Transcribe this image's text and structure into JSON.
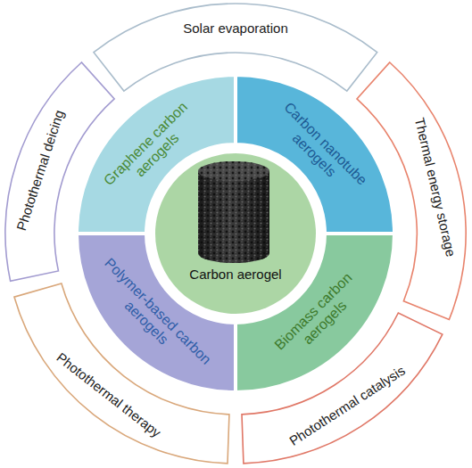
{
  "diagram": {
    "nodes": [
      {
        "text": [
          "Solar evaporation"
        ]
      },
      {
        "text": [
          "Thermal energy storage"
        ]
      },
      {
        "text": [
          "Photothermal catalysis"
        ]
      },
      {
        "text": [
          "Photothermal therapy"
        ]
      },
      {
        "text": [
          "Photothermal deicing"
        ]
      },
      {
        "text": [
          "Graphene carbon aerogels"
        ]
      },
      {
        "text": [
          "Carbon nanotube aerogels"
        ]
      },
      {
        "text": [
          "Biomass carbon aerogels"
        ]
      },
      {
        "text": [
          "Polymer-based carbon aerogels"
        ]
      },
      {
        "text": [
          "Carbon aerogel"
        ]
      }
    ]
  }
}
